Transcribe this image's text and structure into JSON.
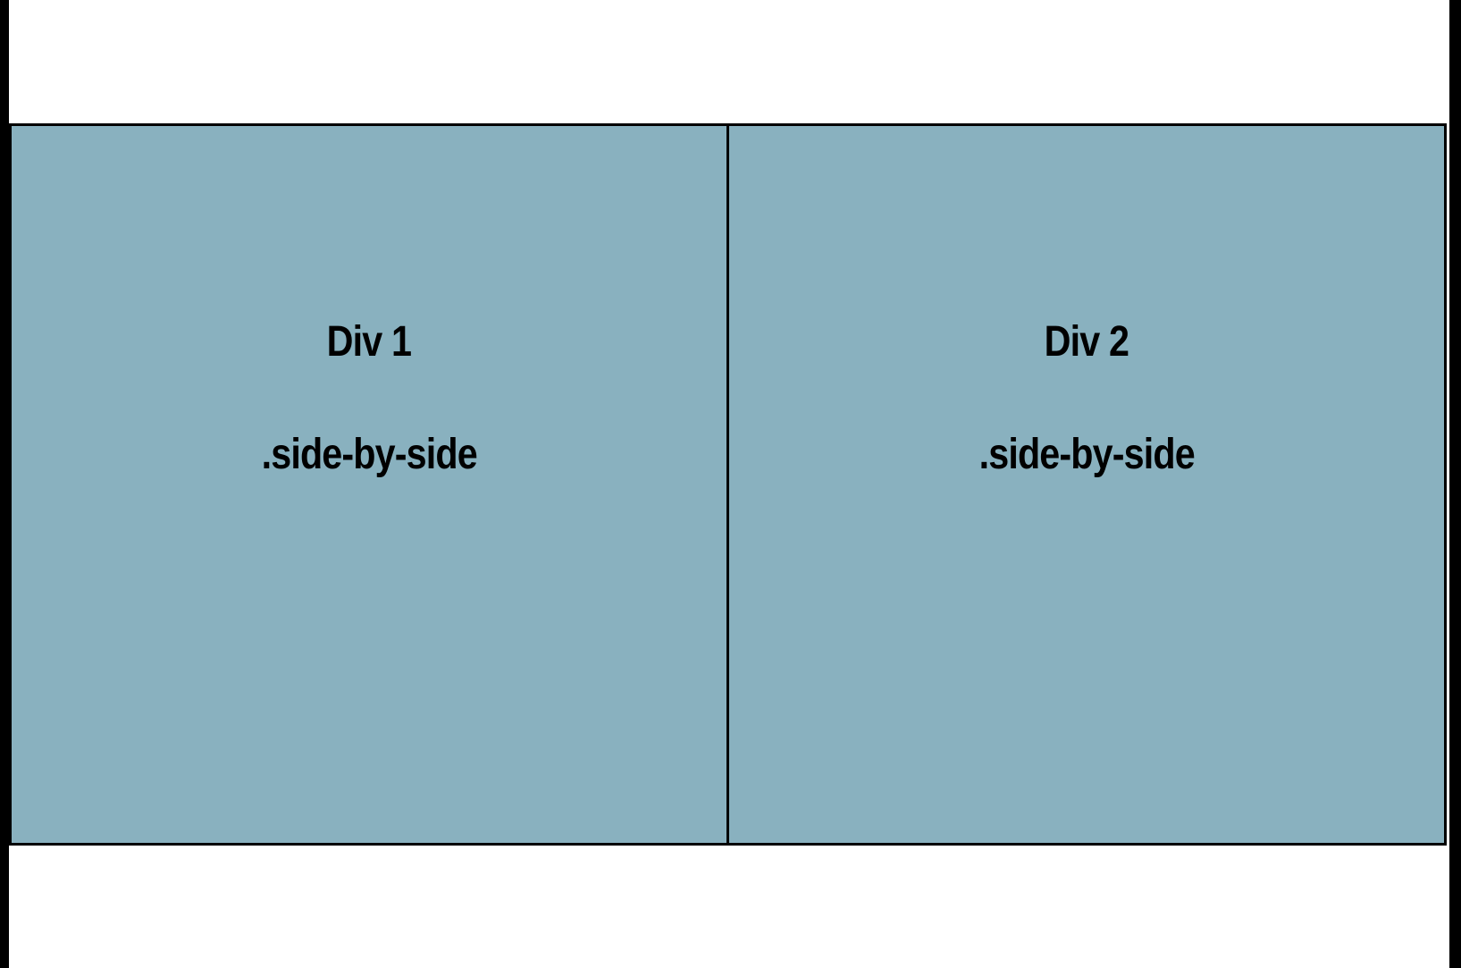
{
  "panels": [
    {
      "title": "Div 1",
      "class_label": ".side-by-side"
    },
    {
      "title": "Div 2",
      "class_label": ".side-by-side"
    }
  ],
  "colors": {
    "panel_background": "#89b1bf",
    "border": "#000000",
    "page_background": "#ffffff"
  }
}
